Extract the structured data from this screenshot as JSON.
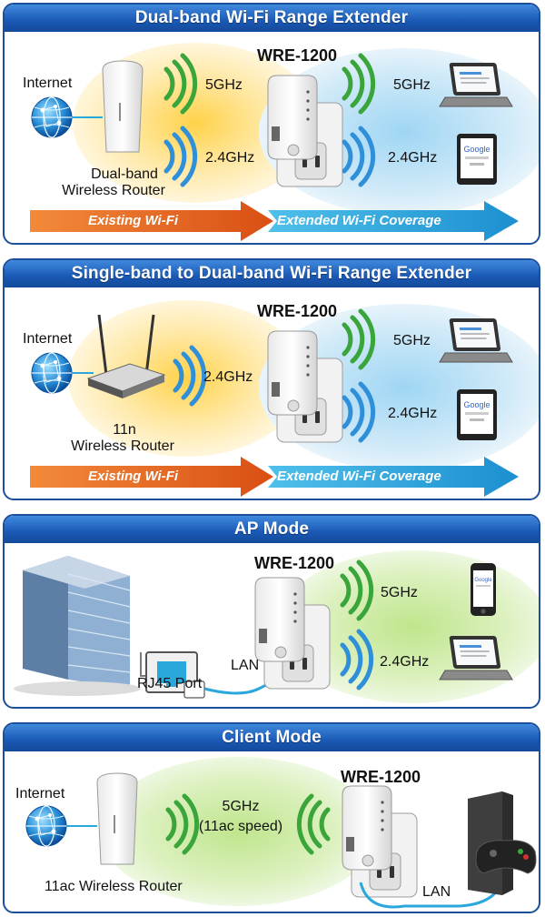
{
  "colors": {
    "header": "#1a59b5",
    "orange": "#e8601c",
    "blue": "#2aa8dc",
    "green": "#3aa53a",
    "wifiblue": "#2f8fd8"
  },
  "panels": [
    {
      "title": "Dual-band Wi-Fi Range Extender",
      "model": "WRE-1200",
      "left": {
        "internet": "Internet",
        "router": "Dual-band\nWireless Router",
        "router1": "Dual-band",
        "router2": "Wireless Router",
        "band_top": "5GHz",
        "band_bottom": "2.4GHz"
      },
      "right": {
        "band_top": "5GHz",
        "band_bottom": "2.4GHz"
      },
      "arrow": {
        "left": "Existing Wi-Fi",
        "right": "Extended Wi-Fi Coverage"
      }
    },
    {
      "title": "Single-band to Dual-band Wi-Fi Range Extender",
      "model": "WRE-1200",
      "left": {
        "internet": "Internet",
        "router1": "11n",
        "router2": "Wireless Router",
        "band": "2.4GHz"
      },
      "right": {
        "band_top": "5GHz",
        "band_bottom": "2.4GHz"
      },
      "arrow": {
        "left": "Existing Wi-Fi",
        "right": "Extended Wi-Fi Coverage"
      }
    },
    {
      "title": "AP Mode",
      "model": "WRE-1200",
      "left": {
        "port": "RJ45 Port",
        "lan": "LAN"
      },
      "right": {
        "band_top": "5GHz",
        "band_bottom": "2.4GHz"
      }
    },
    {
      "title": "Client Mode",
      "model": "WRE-1200",
      "left": {
        "internet": "Internet",
        "router": "11ac Wireless Router"
      },
      "center": {
        "band": "5GHz",
        "speed": "(11ac speed)"
      },
      "right": {
        "lan": "LAN"
      }
    }
  ],
  "icons": [
    "globe-icon",
    "router-icon",
    "extender-icon",
    "wifi-signal-icon",
    "laptop-icon",
    "tablet-icon",
    "smartphone-icon",
    "building-icon",
    "game-console-icon"
  ]
}
